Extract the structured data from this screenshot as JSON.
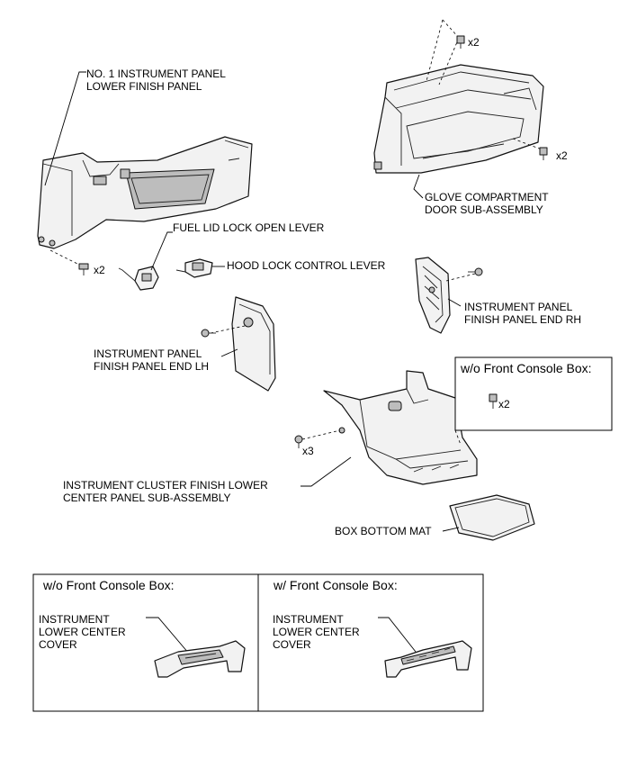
{
  "labels": {
    "lower_finish_panel": [
      "NO. 1 INSTRUMENT PANEL",
      "LOWER FINISH PANEL"
    ],
    "glove_compartment": [
      "GLOVE COMPARTMENT",
      "DOOR SUB-ASSEMBLY"
    ],
    "fuel_lid_lever": "FUEL LID LOCK OPEN LEVER",
    "hood_lock_lever": "HOOD LOCK CONTROL LEVER",
    "finish_panel_end_rh": [
      "INSTRUMENT PANEL",
      "FINISH PANEL END RH"
    ],
    "finish_panel_end_lh": [
      "INSTRUMENT PANEL",
      "FINISH PANEL END LH"
    ],
    "cluster_finish_lower": [
      "INSTRUMENT CLUSTER FINISH LOWER",
      "CENTER PANEL SUB-ASSEMBLY"
    ],
    "box_bottom_mat": "BOX BOTTOM MAT"
  },
  "quantities": {
    "glove_top_screws": "x2",
    "glove_side_screws": "x2",
    "lower_panel_clips": "x2",
    "cluster_screws": "x3",
    "console_inset_screws": "x2"
  },
  "console_inset": {
    "title": "w/o Front Console Box:"
  },
  "bottom_panels": [
    {
      "title": "w/o Front Console Box:",
      "part_label": [
        "INSTRUMENT",
        "LOWER CENTER",
        "COVER"
      ]
    },
    {
      "title": "w/ Front Console Box:",
      "part_label": [
        "INSTRUMENT",
        "LOWER CENTER",
        "COVER"
      ]
    }
  ]
}
